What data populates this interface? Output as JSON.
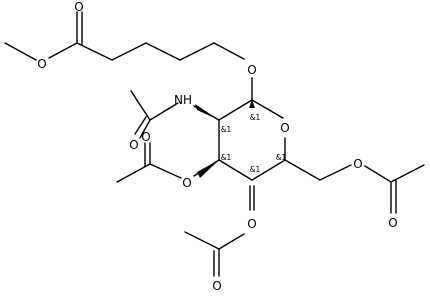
{
  "molecule": {
    "atoms": {
      "ester_O": "O",
      "carbonyl_O_top": "O",
      "glycosidic_O": "O",
      "ring_O": "O",
      "amide_NH": "NH",
      "amide_carbonyl_O": "O",
      "acetate3_ester_O": "O",
      "acetate3_carbonyl_O": "O",
      "acetate4_ester_O": "O",
      "acetate4_carbonyl_O": "O",
      "acetate6_ester_O": "O",
      "acetate6_carbonyl_O": "O"
    },
    "stereo_labels": {
      "c1": "&1",
      "c2": "&1",
      "c3": "&1",
      "c4": "&1",
      "c5": "&1"
    }
  }
}
